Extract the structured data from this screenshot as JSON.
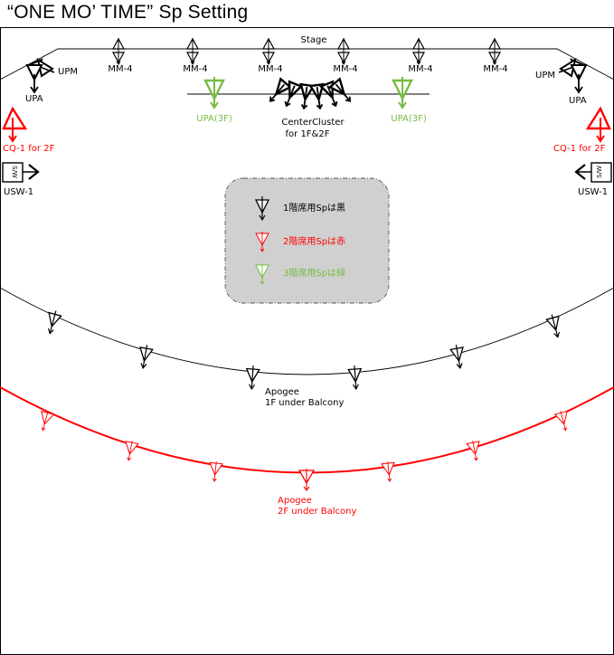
{
  "title": "“ONE MO’ TIME” Sp Setting",
  "colors": {
    "black": "#000000",
    "red": "#ff0000",
    "green": "#77bb44",
    "legend_bg": "#d0d0d0"
  },
  "labels": {
    "stage": "Stage",
    "mm": "MM-4",
    "upm": "UPM",
    "upa": "UPA",
    "upa3f": "UPA(3F)",
    "center_cluster_line1": "CenterCluster",
    "center_cluster_line2": "for 1F&2F",
    "cq": "CQ-1 for 2F",
    "usw": "USW-1",
    "sw": "S/W",
    "apogee1_line1": "Apogee",
    "apogee1_line2": "1F under Balcony",
    "apogee2_line1": "Apogee",
    "apogee2_line2": "2F under Balcony"
  },
  "legend": [
    {
      "text": "1階席用Spは黒",
      "color": "black"
    },
    {
      "text": "2階席用Spは赤",
      "color": "red"
    },
    {
      "text": "3階席用Spは緑",
      "color": "green"
    }
  ]
}
